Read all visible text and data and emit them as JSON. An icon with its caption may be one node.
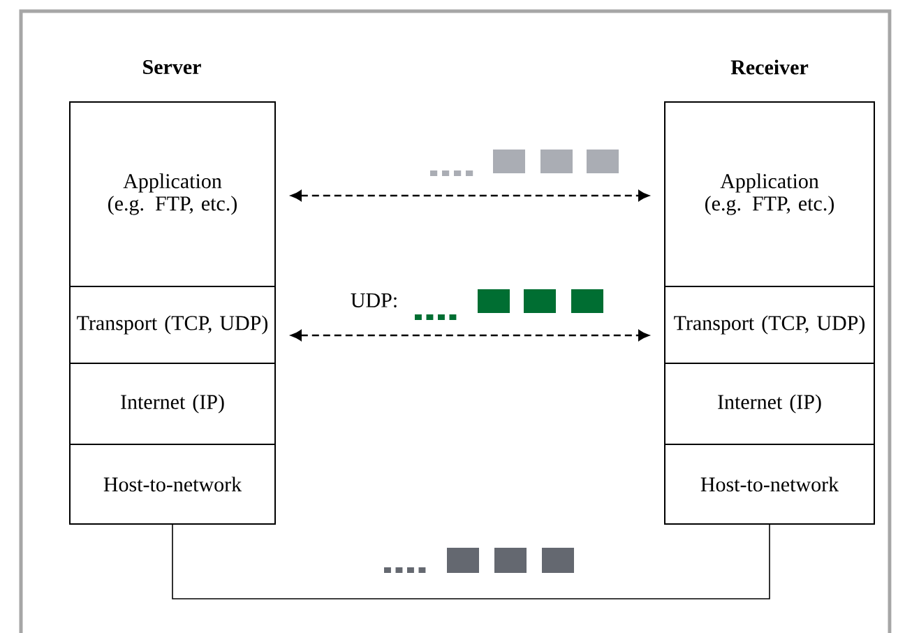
{
  "diagram": {
    "nodes": [
      {
        "text": [
          "Application (e.g. FTP, etc.)"
        ]
      },
      {
        "text": [
          "Transport (TCP, UDP)"
        ]
      },
      {
        "text": [
          "Internet (IP)"
        ]
      },
      {
        "text": [
          "Host-to-network"
        ]
      },
      {
        "text": [
          "Application (e.g. FTP, etc.)"
        ]
      },
      {
        "text": [
          "Transport (TCP, UDP)"
        ]
      },
      {
        "text": [
          "Internet (IP)"
        ]
      },
      {
        "text": [
          "Host-to-network"
        ]
      }
    ],
    "edges": [
      {
        "from": 0,
        "to": 4,
        "arrow": "both",
        "style": "dashed"
      },
      {
        "from": 1,
        "to": 5,
        "arrow": "both",
        "style": "dashed",
        "label": "UDP:"
      },
      {
        "from": 3,
        "to": 7,
        "arrow": "none"
      }
    ],
    "labels": [
      "Server",
      "Receiver"
    ]
  }
}
